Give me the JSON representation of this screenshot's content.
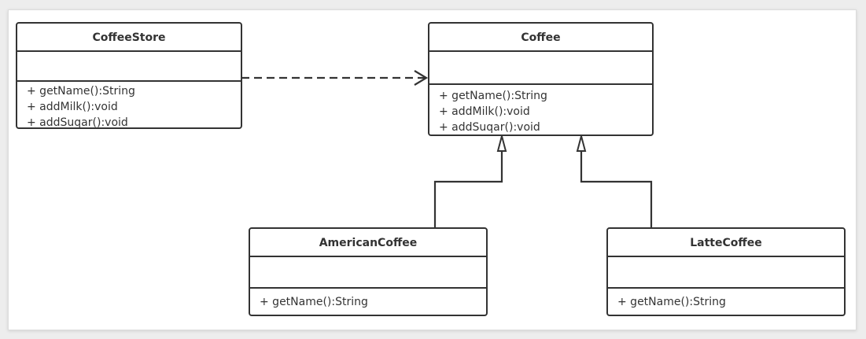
{
  "diagram": {
    "classes": [
      {
        "id": "coffee-store",
        "name": "CoffeeStore",
        "operations": [
          "+ getName():String",
          "+ addMilk():void",
          "+ addSuqar():void"
        ]
      },
      {
        "id": "coffee",
        "name": "Coffee",
        "operations": [
          "+ getName():String",
          "+ addMilk():void",
          "+ addSuqar():void"
        ]
      },
      {
        "id": "american-coffee",
        "name": "AmericanCoffee",
        "operations": [
          "+ getName():String"
        ]
      },
      {
        "id": "latte-coffee",
        "name": "LatteCoffee",
        "operations": [
          "+ getName():String"
        ]
      }
    ],
    "relations": [
      {
        "type": "dependency",
        "from": "CoffeeStore",
        "to": "Coffee"
      },
      {
        "type": "generalization",
        "from": "AmericanCoffee",
        "to": "Coffee"
      },
      {
        "type": "generalization",
        "from": "LatteCoffee",
        "to": "Coffee"
      }
    ]
  }
}
